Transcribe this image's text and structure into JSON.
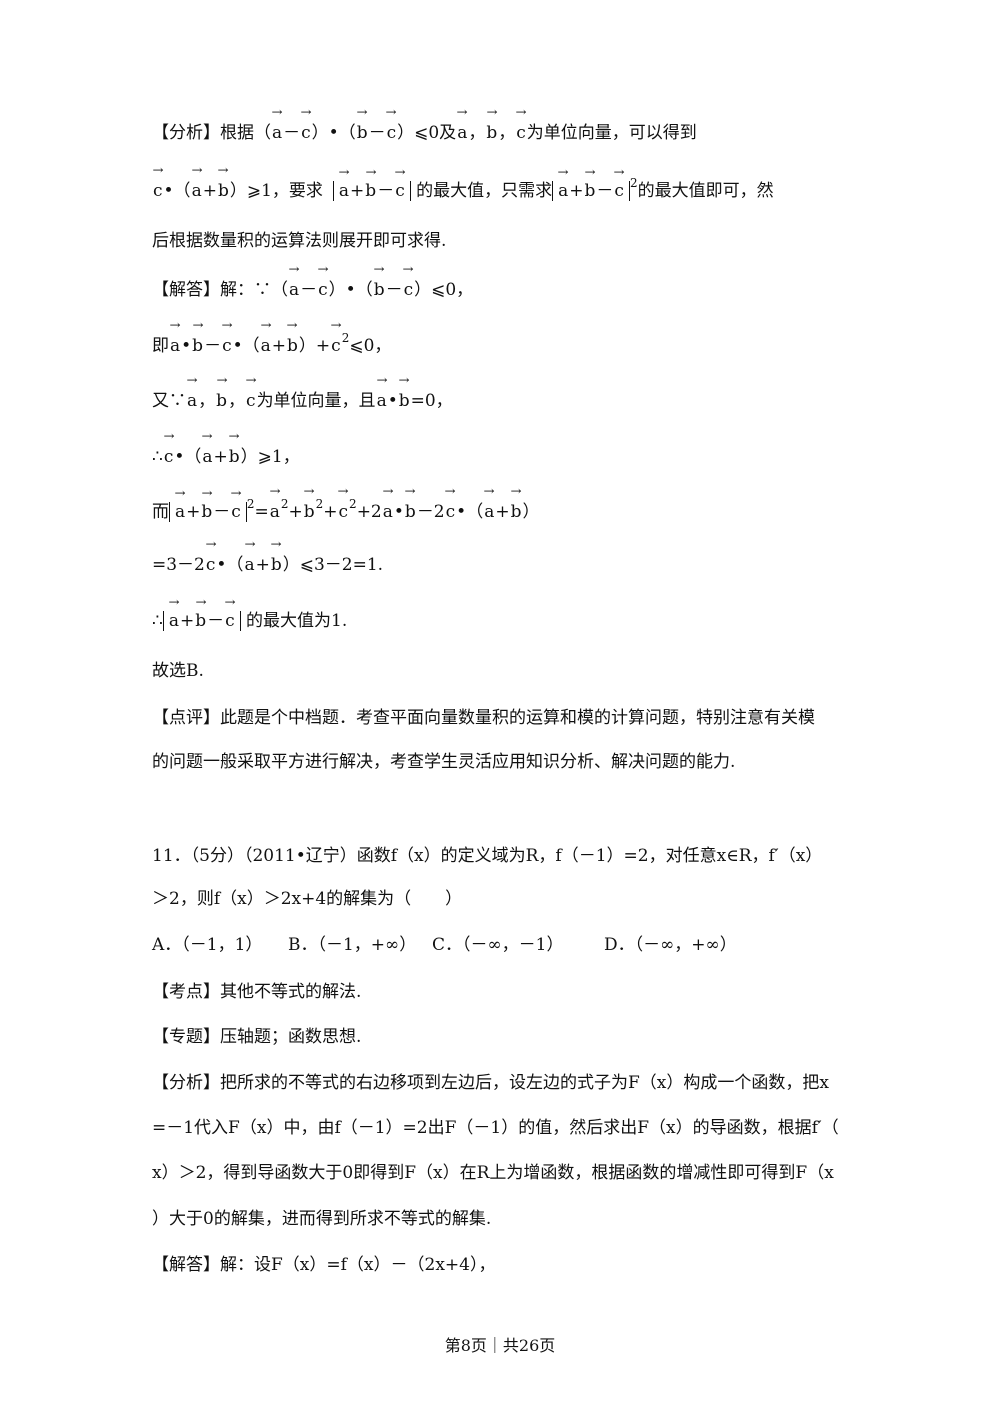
{
  "document": {
    "analysis1_label": "【分析】",
    "analysis1_text1": "根据（",
    "analysis1_text2": "）•（",
    "analysis1_text3": "）⩽0及",
    "analysis1_text4": "为单位向量，可以得到",
    "analysis1_line2_a": "•（",
    "analysis1_line2_b": "）⩾1，要求",
    "analysis1_line2_c": "的最大值，只需求",
    "analysis1_line2_d": "的最大值即可，然",
    "analysis1_line3": "后根据数量积的运算法则展开即可求得.",
    "solution1_label": "【解答】",
    "solution1_line1_a": "解：∵（",
    "solution1_line1_b": "）•（",
    "solution1_line1_c": "）⩽0，",
    "solution1_line2_a": "即",
    "solution1_line2_b": "⩽0，",
    "solution1_line3_a": "又∵",
    "solution1_line3_b": "为单位向量，且",
    "solution1_line3_c": "=0，",
    "solution1_line4_b": "）⩾1，",
    "solution1_line5_a": "而",
    "solution1_line6_a": "=3－2",
    "solution1_line6_b": "）⩽3－2=1.",
    "solution1_line7_a": "∴",
    "solution1_line7_b": "的最大值为1.",
    "solution1_line8": "故选B.",
    "comment_label": "【点评】",
    "comment_line1": "此题是个中档题．考查平面向量数量积的运算和模的计算问题，特别注意有关模",
    "comment_line2": "的问题一般采取平方进行解决，考查学生灵活应用知识分析、解决问题的能力.",
    "q11_line1": "11．（5分）（2011•辽宁）函数f（x）的定义域为R，f（－1）=2，对任意x∈R，f′（x）",
    "q11_line2": "＞2，则f（x）＞2x+4的解集为（　　）",
    "q11_options": {
      "A": "A．（－1，1）",
      "B": "B．（－1，+∞）",
      "C": "C．（－∞，－1）",
      "D": "D．（－∞，+∞）"
    },
    "kaodian_label": "【考点】",
    "kaodian_text": "其他不等式的解法.",
    "zhuanti_label": "【专题】",
    "zhuanti_text": "压轴题；函数思想.",
    "analysis2_label": "【分析】",
    "analysis2_line1": "把所求的不等式的右边移项到左边后，设左边的式子为F（x）构成一个函数，把x",
    "analysis2_line2": "=－1代入F（x）中，由f（－1）=2出F（－1）的值，然后求出F（x）的导函数，根据f′（",
    "analysis2_line3": "x）＞2，得到导函数大于0即得到F（x）在R上为增函数，根据函数的增减性即可得到F（x",
    "analysis2_line4": "）大于0的解集，进而得到所求不等式的解集.",
    "solution2_label": "【解答】",
    "solution2_line1": "解：设F（x）=f（x）－（2x+4），"
  },
  "footer": {
    "text": "第8页｜共26页"
  }
}
